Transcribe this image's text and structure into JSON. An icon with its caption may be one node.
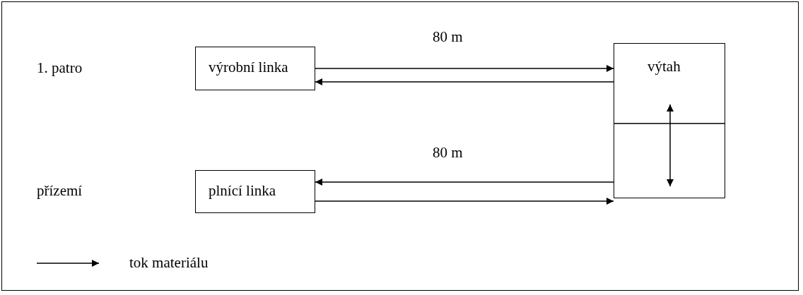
{
  "diagram": {
    "nodes": [
      {
        "text": [
          "výrobní linka"
        ]
      },
      {
        "text": [
          "výtah"
        ]
      },
      {
        "text": [
          "plnící linka"
        ]
      }
    ],
    "edges": [
      {
        "from": 0,
        "to": 1,
        "arrow": "to"
      },
      {
        "from": 1,
        "to": 0,
        "arrow": "to"
      },
      {
        "from": 1,
        "to": 2,
        "arrow": "to"
      },
      {
        "from": 2,
        "to": 1,
        "arrow": "to"
      }
    ],
    "labels": [
      "80 m",
      "1. patro",
      "80 m",
      "přízemí"
    ],
    "legend": [
      {
        "text": "tok materiálu"
      }
    ]
  }
}
